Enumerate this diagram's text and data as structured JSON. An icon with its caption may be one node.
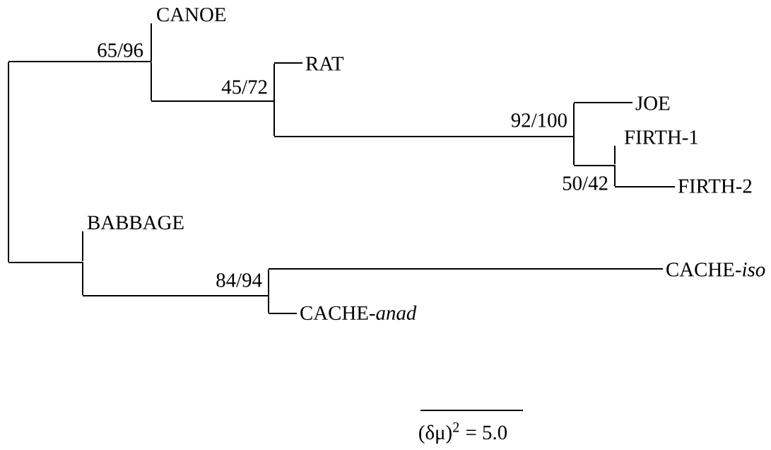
{
  "diagram": {
    "nodes": [
      {
        "text": [],
        "shape": "bar"
      },
      {
        "text": [],
        "shape": "bar",
        "beside": [
          "65/96"
        ]
      },
      {
        "text": [
          "CANOE"
        ]
      },
      {
        "text": [],
        "shape": "bar",
        "beside": [
          "45/72"
        ]
      },
      {
        "text": [
          "RAT"
        ]
      },
      {
        "text": [],
        "shape": "bar",
        "beside": [
          "92/100"
        ]
      },
      {
        "text": [
          "JOE"
        ]
      },
      {
        "text": [],
        "shape": "bar",
        "beside": [
          "50/42"
        ]
      },
      {
        "text": [
          "FIRTH-1"
        ]
      },
      {
        "text": [
          "FIRTH-2"
        ]
      },
      {
        "text": [],
        "shape": "bar"
      },
      {
        "text": [
          "BABBAGE"
        ]
      },
      {
        "text": [],
        "shape": "bar",
        "beside": [
          "84/94"
        ]
      },
      {
        "text": [
          "CACHE-*iso*"
        ]
      },
      {
        "text": [
          "CACHE-*anad*"
        ]
      }
    ],
    "edges": [
      {
        "from": 0,
        "to": 1,
        "arrow": "none"
      },
      {
        "from": 1,
        "to": 2,
        "arrow": "none"
      },
      {
        "from": 1,
        "to": 3,
        "arrow": "none"
      },
      {
        "from": 3,
        "to": 4,
        "arrow": "none"
      },
      {
        "from": 3,
        "to": 5,
        "arrow": "none"
      },
      {
        "from": 5,
        "to": 6,
        "arrow": "none"
      },
      {
        "from": 5,
        "to": 7,
        "arrow": "none"
      },
      {
        "from": 7,
        "to": 8,
        "arrow": "none"
      },
      {
        "from": 7,
        "to": 9,
        "arrow": "none"
      },
      {
        "from": 0,
        "to": 10,
        "arrow": "none"
      },
      {
        "from": 10,
        "to": 11,
        "arrow": "none"
      },
      {
        "from": 10,
        "to": 12,
        "arrow": "none"
      },
      {
        "from": 12,
        "to": 13,
        "arrow": "none"
      },
      {
        "from": 12,
        "to": 14,
        "arrow": "none"
      }
    ],
    "labels": [
      "(δμ)$^{2}$ = 5.0"
    ]
  }
}
